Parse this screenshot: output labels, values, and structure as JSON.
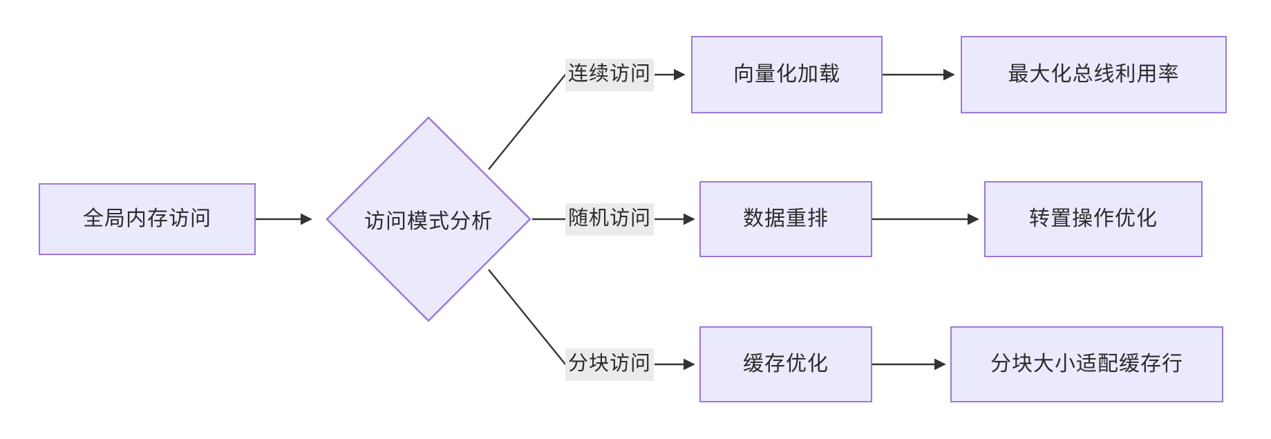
{
  "diagram": {
    "type": "flowchart",
    "direction": "left-to-right",
    "theme": {
      "node_fill": "#ebe9fc",
      "node_border": "#9a78d8",
      "edge_color": "#333333",
      "edge_label_bg": "#ebebeb",
      "text_color": "#2b2b2b",
      "background": "#ffffff"
    },
    "nodes": {
      "start": {
        "label": "全局内存访问",
        "shape": "rect"
      },
      "decision": {
        "label": "访问模式分析",
        "shape": "diamond"
      },
      "branch1_step1": {
        "label": "向量化加载",
        "shape": "rect"
      },
      "branch1_step2": {
        "label": "最大化总线利用率",
        "shape": "rect"
      },
      "branch2_step1": {
        "label": "数据重排",
        "shape": "rect"
      },
      "branch2_step2": {
        "label": "转置操作优化",
        "shape": "rect"
      },
      "branch3_step1": {
        "label": "缓存优化",
        "shape": "rect"
      },
      "branch3_step2": {
        "label": "分块大小适配缓存行",
        "shape": "rect"
      }
    },
    "edge_labels": {
      "sequential": "连续访问",
      "random": "随机访问",
      "tiled": "分块访问"
    },
    "edges": [
      {
        "from": "start",
        "to": "decision",
        "label": ""
      },
      {
        "from": "decision",
        "to": "branch1_step1",
        "label": "连续访问"
      },
      {
        "from": "branch1_step1",
        "to": "branch1_step2",
        "label": ""
      },
      {
        "from": "decision",
        "to": "branch2_step1",
        "label": "随机访问"
      },
      {
        "from": "branch2_step1",
        "to": "branch2_step2",
        "label": ""
      },
      {
        "from": "decision",
        "to": "branch3_step1",
        "label": "分块访问"
      },
      {
        "from": "branch3_step1",
        "to": "branch3_step2",
        "label": ""
      }
    ]
  }
}
